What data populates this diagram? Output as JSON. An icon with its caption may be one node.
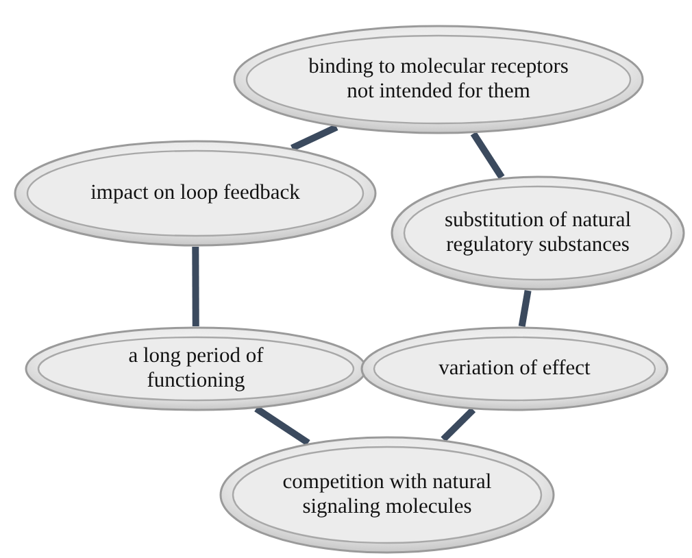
{
  "diagram": {
    "nodes": [
      {
        "text": [
          "binding to molecular receptors not intended for them"
        ]
      },
      {
        "text": [
          "impact on loop feedback"
        ]
      },
      {
        "text": [
          "substitution of natural regulatory substances"
        ]
      },
      {
        "text": [
          "a long period of functioning"
        ]
      },
      {
        "text": [
          "variation of effect"
        ]
      },
      {
        "text": [
          "competition with natural signaling molecules"
        ]
      }
    ],
    "edges": [
      {
        "from": 0,
        "to": 1,
        "arrow": "none"
      },
      {
        "from": 0,
        "to": 2,
        "arrow": "none"
      },
      {
        "from": 1,
        "to": 3,
        "arrow": "none"
      },
      {
        "from": 2,
        "to": 4,
        "arrow": "none"
      },
      {
        "from": 3,
        "to": 5,
        "arrow": "none"
      },
      {
        "from": 4,
        "to": 5,
        "arrow": "none"
      }
    ]
  }
}
